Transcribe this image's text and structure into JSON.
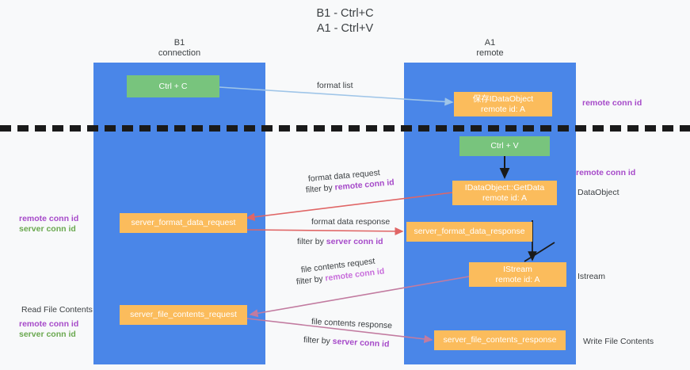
{
  "title": {
    "line1": "B1 - Ctrl+C",
    "line2": "A1 - Ctrl+V"
  },
  "colors": {
    "lane": "#4a86e8",
    "node_green": "#78c47d",
    "node_orange": "#fbbc5c",
    "arrow_blue": "#9fc5e8",
    "arrow_red": "#e06666",
    "arrow_magenta": "#c27ba0",
    "arrow_black": "#1a1a1a",
    "label_purple": "#a64ac9",
    "label_green": "#6aa84f",
    "divider": "#1a1a1a"
  },
  "columns": [
    {
      "name": "B1",
      "sub": "connection"
    },
    {
      "name": "A1",
      "sub": "remote"
    }
  ],
  "nodes": [
    {
      "id": "ctrl-c",
      "label": "Ctrl + C",
      "kind": "green"
    },
    {
      "id": "save-idataobject",
      "label": "保存IDataObject",
      "sub": "remote id: A",
      "kind": "orange"
    },
    {
      "id": "ctrl-v",
      "label": "Ctrl + V",
      "kind": "green"
    },
    {
      "id": "idataobject-getdata",
      "label": "IDataObject::GetData",
      "sub": "remote id: A",
      "kind": "orange"
    },
    {
      "id": "server-format-data-request",
      "label": "server_format_data_request",
      "kind": "orange"
    },
    {
      "id": "server-format-data-response",
      "label": "server_format_data_response",
      "kind": "orange"
    },
    {
      "id": "istream",
      "label": "IStream",
      "sub": "remote id: A",
      "kind": "orange"
    },
    {
      "id": "server-file-contents-request",
      "label": "server_file_contents_request",
      "kind": "orange"
    },
    {
      "id": "server-file-contents-response",
      "label": "server_file_contents_response",
      "kind": "orange"
    }
  ],
  "edge_labels": {
    "format_list": "format list",
    "format_data_request": "format data request",
    "format_data_request_filter_pre": "filter by ",
    "format_data_request_filter_key": "remote conn id",
    "format_data_response": "format data response",
    "format_data_response_filter_pre": "filter by ",
    "format_data_response_filter_key": "server conn id",
    "file_contents_request": "file contents request",
    "file_contents_request_filter_pre": "filter by ",
    "file_contents_request_filter_key": "remote conn id",
    "file_contents_response": "file contents response",
    "file_contents_response_filter_pre": "filter by ",
    "file_contents_response_filter_key": "server conn id"
  },
  "annotations": {
    "right_remote_conn_id_top": "remote conn id",
    "right_remote_conn_id_mid": "remote conn id",
    "right_dataobject": "DataObject",
    "right_istream": "Istream",
    "right_write_file_contents": "Write File Contents",
    "left_remote_conn_id_mid": "remote conn id",
    "left_server_conn_id_mid": "server conn id",
    "left_read_file_contents": "Read File Contents",
    "left_remote_conn_id_bottom": "remote conn id",
    "left_server_conn_id_bottom": "server conn id"
  }
}
